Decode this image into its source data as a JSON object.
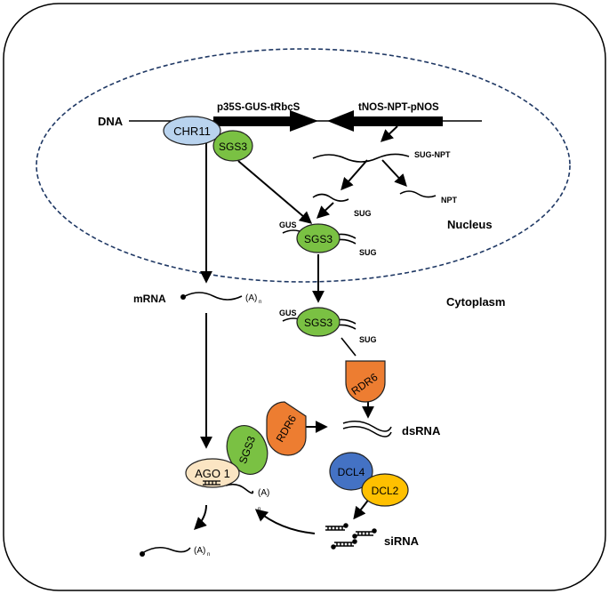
{
  "labels": {
    "dna": "DNA",
    "transgene_left": "p35S-GUS-tRbcS",
    "transgene_right": "tNOS-NPT-pNOS",
    "sug_npt": "SUG-NPT",
    "npt": "NPT",
    "sug": "SUG",
    "gus": "GUS",
    "nucleus": "Nucleus",
    "cytoplasm": "Cytoplasm",
    "mrna": "mRNA",
    "polya": "(A)",
    "polya_sub": "n",
    "dsrna": "dsRNA",
    "sirna": "siRNA"
  },
  "proteins": {
    "chr11": "CHR11",
    "sgs3": "SGS3",
    "rdr6": "RDR6",
    "dcl4": "DCL4",
    "dcl2": "DCL2",
    "ago1": "AGO 1"
  },
  "colors": {
    "chr11": "#b9d3ee",
    "sgs3": "#7ac143",
    "rdr6": "#ed7d31",
    "dcl4": "#4472c4",
    "dcl2": "#ffc000",
    "ago1": "#fbe5c3",
    "nucleus_border": "#1f3864"
  }
}
